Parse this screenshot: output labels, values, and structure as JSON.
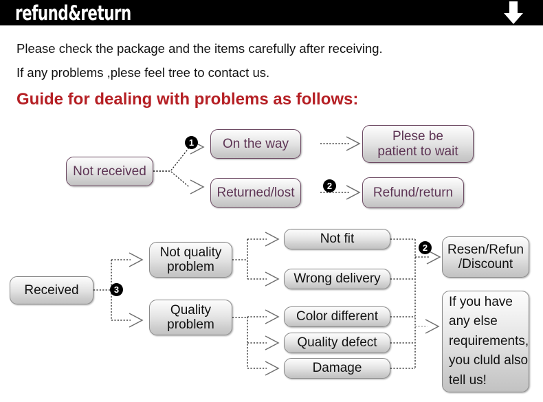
{
  "header": {
    "title": "refund&return",
    "arrow_icon": "down-arrow-icon",
    "bg_color": "#000000",
    "text_color": "#ffffff"
  },
  "intro": {
    "line1": "Please check the package and the items carefully after receiving.",
    "line2": "If any problems ,plese feel tree to contact us.",
    "heading": "Guide for dealing with problems as follows:",
    "heading_color": "#B51F24"
  },
  "flow_not_received": {
    "source": "Not received",
    "badge_1": "1",
    "badge_2": "2",
    "branches": [
      {
        "state": "On the way",
        "outcome": "Plese be\npatient to wait"
      },
      {
        "state": "Returned/lost",
        "outcome": "Refund/return"
      }
    ],
    "state_0": "On the way",
    "state_1": "Returned/lost",
    "outcome_0_l1": "Plese be",
    "outcome_0_l2": "patient to wait",
    "outcome_1": "Refund/return",
    "text_color": "#5D3454"
  },
  "flow_received": {
    "source": "Received",
    "badge_3": "3",
    "badge_2": "2",
    "category_0_l1": "Not quality",
    "category_0_l2": "problem",
    "category_1_l1": "Quality",
    "category_1_l2": "problem",
    "issues_not_quality": [
      "Not fit",
      "Wrong delivery"
    ],
    "issues_quality": [
      "Color different",
      "Quality defect",
      "Damage"
    ],
    "issue_0": "Not fit",
    "issue_1": "Wrong delivery",
    "issue_2": "Color different",
    "issue_3": "Quality defect",
    "issue_4": "Damage",
    "outcome_l1": "Resen/Refun",
    "outcome_l2": "/Discount",
    "note_l1": "If you have",
    "note_l2": "any else",
    "note_l3": "requirements,",
    "note_l4": "you cluld also",
    "note_l5": "tell us!",
    "text_color": "#111111"
  }
}
